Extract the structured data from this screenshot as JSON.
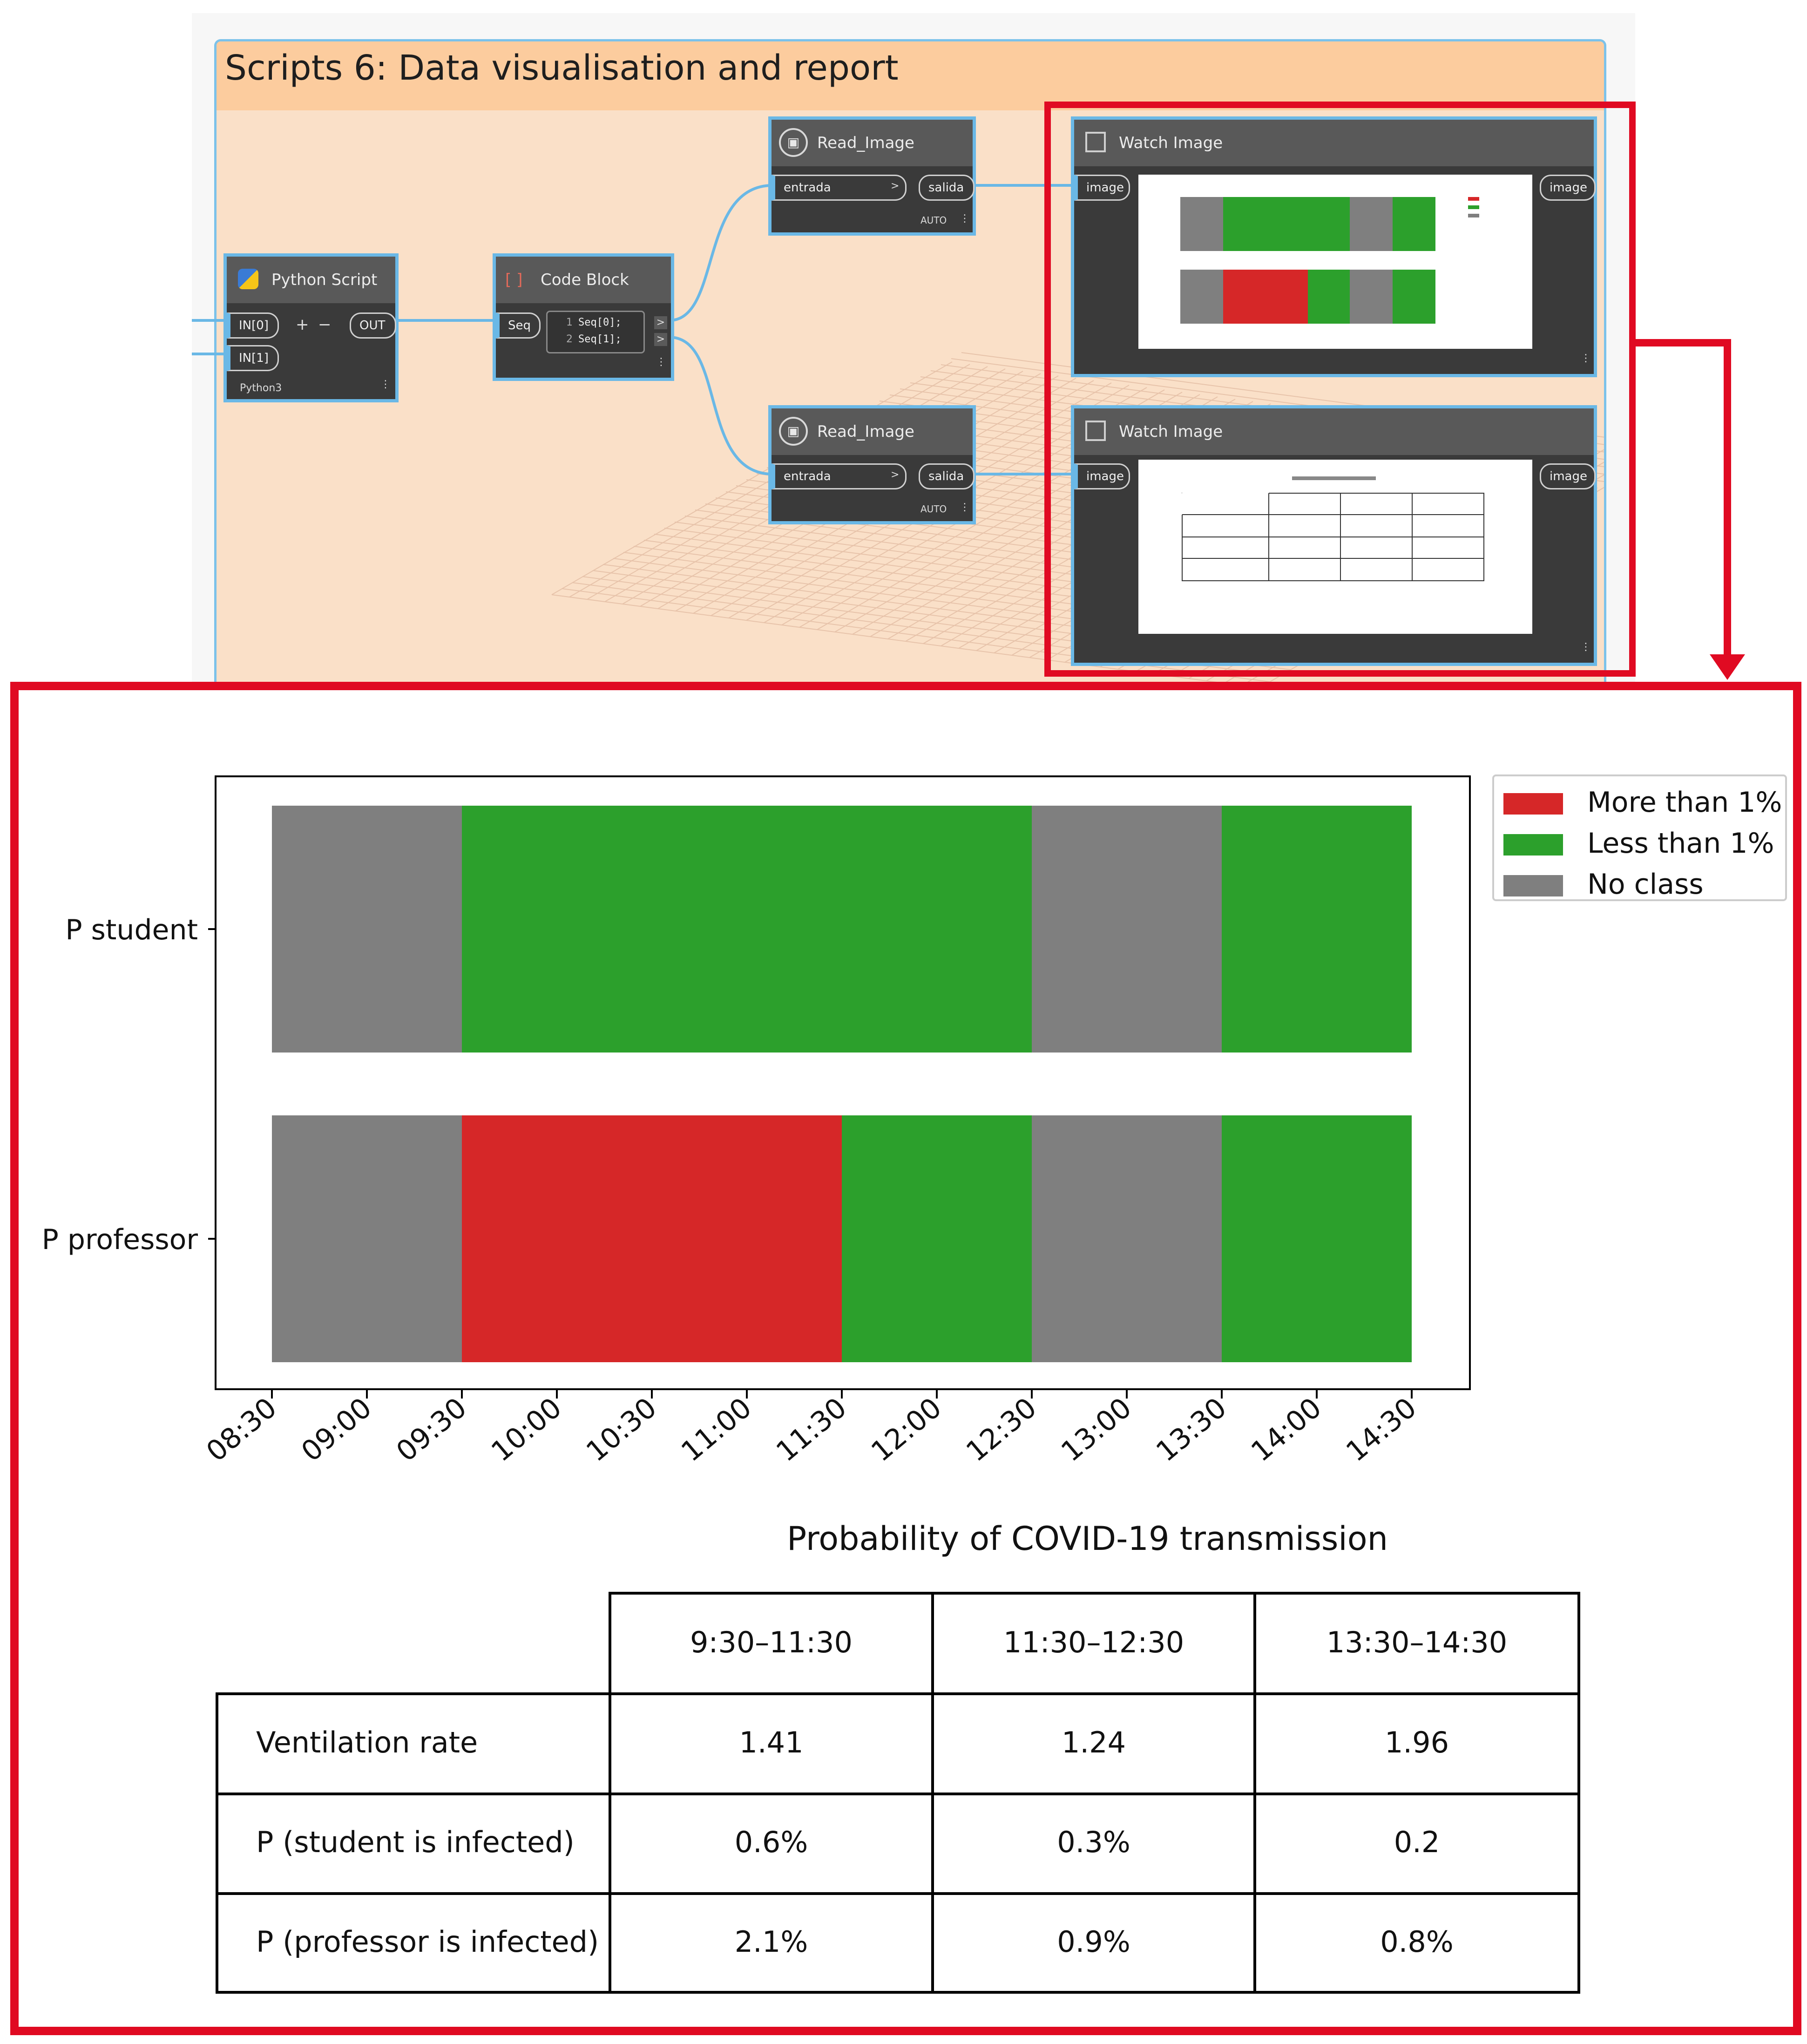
{
  "workspace": {
    "group_title": "Scripts 6: Data visualisation and report",
    "accent_wire": "#6ab8e6",
    "highlight_color": "#e00a22",
    "nodes": {
      "python_script": {
        "title": "Python Script",
        "in0": "IN[0]",
        "in1": "IN[1]",
        "add": "+",
        "remove": "−",
        "out": "OUT",
        "footer": "Python3"
      },
      "code_block": {
        "title": "Code Block",
        "icon": "[ ]",
        "input": "Seq",
        "line1_num": "1",
        "line1_code": "Seq[0];",
        "line2_num": "2",
        "line2_code": "Seq[1];"
      },
      "read_image_1": {
        "title": "Read_Image",
        "input": "entrada",
        "output": "salida",
        "lacing": "AUTO"
      },
      "read_image_2": {
        "title": "Read_Image",
        "input": "entrada",
        "output": "salida",
        "lacing": "AUTO"
      },
      "watch_image_1": {
        "title": "Watch Image",
        "input": "image",
        "output": "image"
      },
      "watch_image_2": {
        "title": "Watch Image",
        "input": "image",
        "output": "image"
      }
    }
  },
  "chart_data": {
    "type": "bar",
    "orientation": "horizontal-timeline",
    "categories": [
      "P student",
      "P professor"
    ],
    "x_ticks": [
      "08:30",
      "09:00",
      "09:30",
      "10:00",
      "10:30",
      "11:00",
      "11:30",
      "12:00",
      "12:30",
      "13:00",
      "13:30",
      "14:00",
      "14:30"
    ],
    "xlim": [
      "08:30",
      "14:30"
    ],
    "grid": false,
    "legend_position": "outside-top-right",
    "legend": [
      {
        "label": "More than 1%",
        "color": "#d62728"
      },
      {
        "label": "Less than 1%",
        "color": "#2ca02c"
      },
      {
        "label": "No class",
        "color": "#7f7f7f"
      }
    ],
    "segments": {
      "P student": [
        {
          "start": "08:30",
          "end": "09:30",
          "class": "No class"
        },
        {
          "start": "09:30",
          "end": "12:30",
          "class": "Less than 1%"
        },
        {
          "start": "12:30",
          "end": "13:30",
          "class": "No class"
        },
        {
          "start": "13:30",
          "end": "14:30",
          "class": "Less than 1%"
        }
      ],
      "P professor": [
        {
          "start": "08:30",
          "end": "09:30",
          "class": "No class"
        },
        {
          "start": "09:30",
          "end": "11:30",
          "class": "More than 1%"
        },
        {
          "start": "11:30",
          "end": "12:30",
          "class": "Less than 1%"
        },
        {
          "start": "12:30",
          "end": "13:30",
          "class": "No class"
        },
        {
          "start": "13:30",
          "end": "14:30",
          "class": "Less than 1%"
        }
      ]
    }
  },
  "table": {
    "title": "Probability of COVID-19 transmission",
    "headers": [
      "9:30–11:30",
      "11:30–12:30",
      "13:30–14:30"
    ],
    "rows": [
      {
        "label": "Ventilation rate",
        "values": [
          "1.41",
          "1.24",
          "1.96"
        ]
      },
      {
        "label": "P (student is infected)",
        "values": [
          "0.6%",
          "0.3%",
          "0.2"
        ]
      },
      {
        "label": "P (professor is infected)",
        "values": [
          "2.1%",
          "0.9%",
          "0.8%"
        ]
      }
    ]
  }
}
